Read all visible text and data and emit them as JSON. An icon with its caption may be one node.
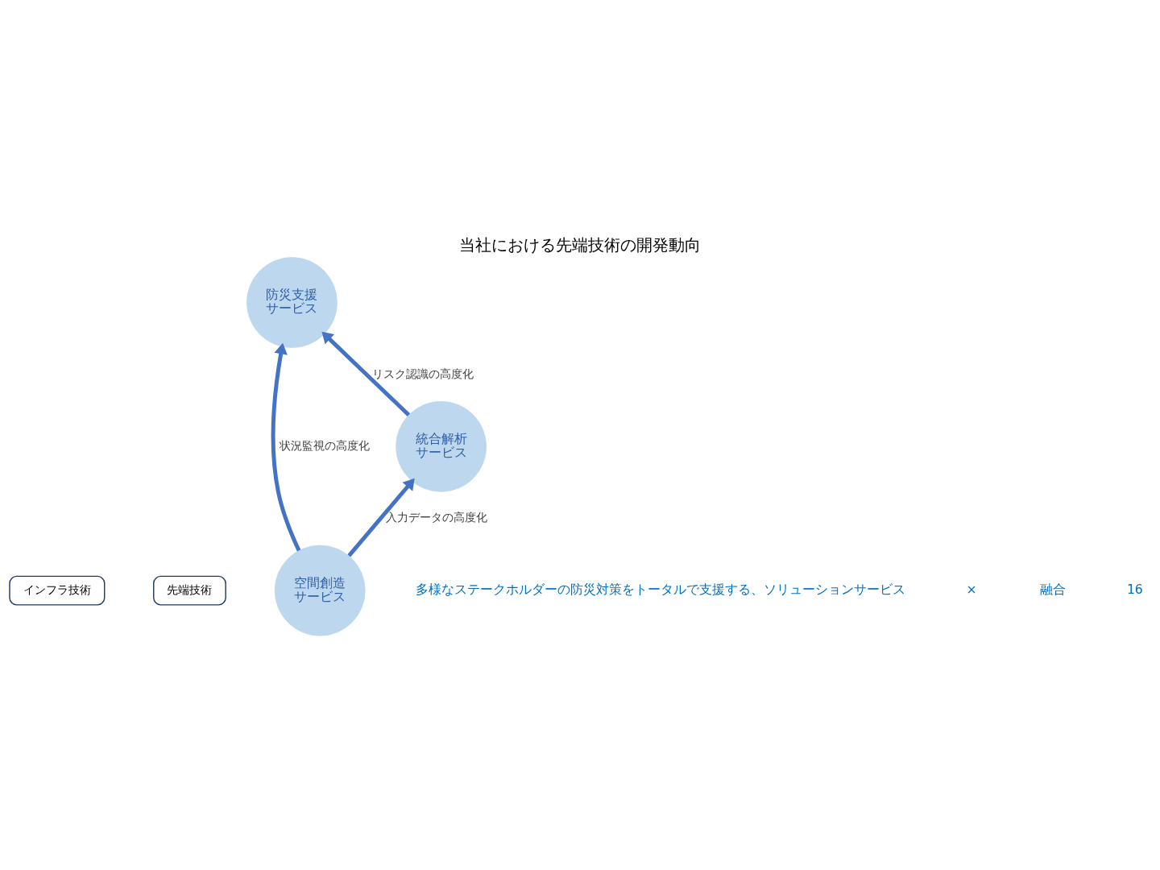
{
  "diagram": {
    "title": "当社における先端技術の開発動向",
    "nodes": [
      {
        "text": [
          "インフラ技術"
        ]
      },
      {
        "text": [
          "先端技術"
        ]
      },
      {
        "text": [
          "防災支援サービス"
        ]
      },
      {
        "text": [
          "空間創造サービス"
        ]
      },
      {
        "text": [
          "統合解析サービス"
        ]
      }
    ],
    "edges": [
      {
        "from": 3,
        "to": 2,
        "arrow": "to",
        "label": "状況監視の高度化"
      },
      {
        "from": 4,
        "to": 2,
        "arrow": "to",
        "label": "リスク認識の高度化"
      },
      {
        "from": 3,
        "to": 4,
        "arrow": "to",
        "label": "入力データの高度化"
      }
    ],
    "labels": [
      "多様なステークホルダーの防災対策をトータルで支援する、ソリューションサービス",
      "×",
      "融合",
      "16"
    ]
  }
}
